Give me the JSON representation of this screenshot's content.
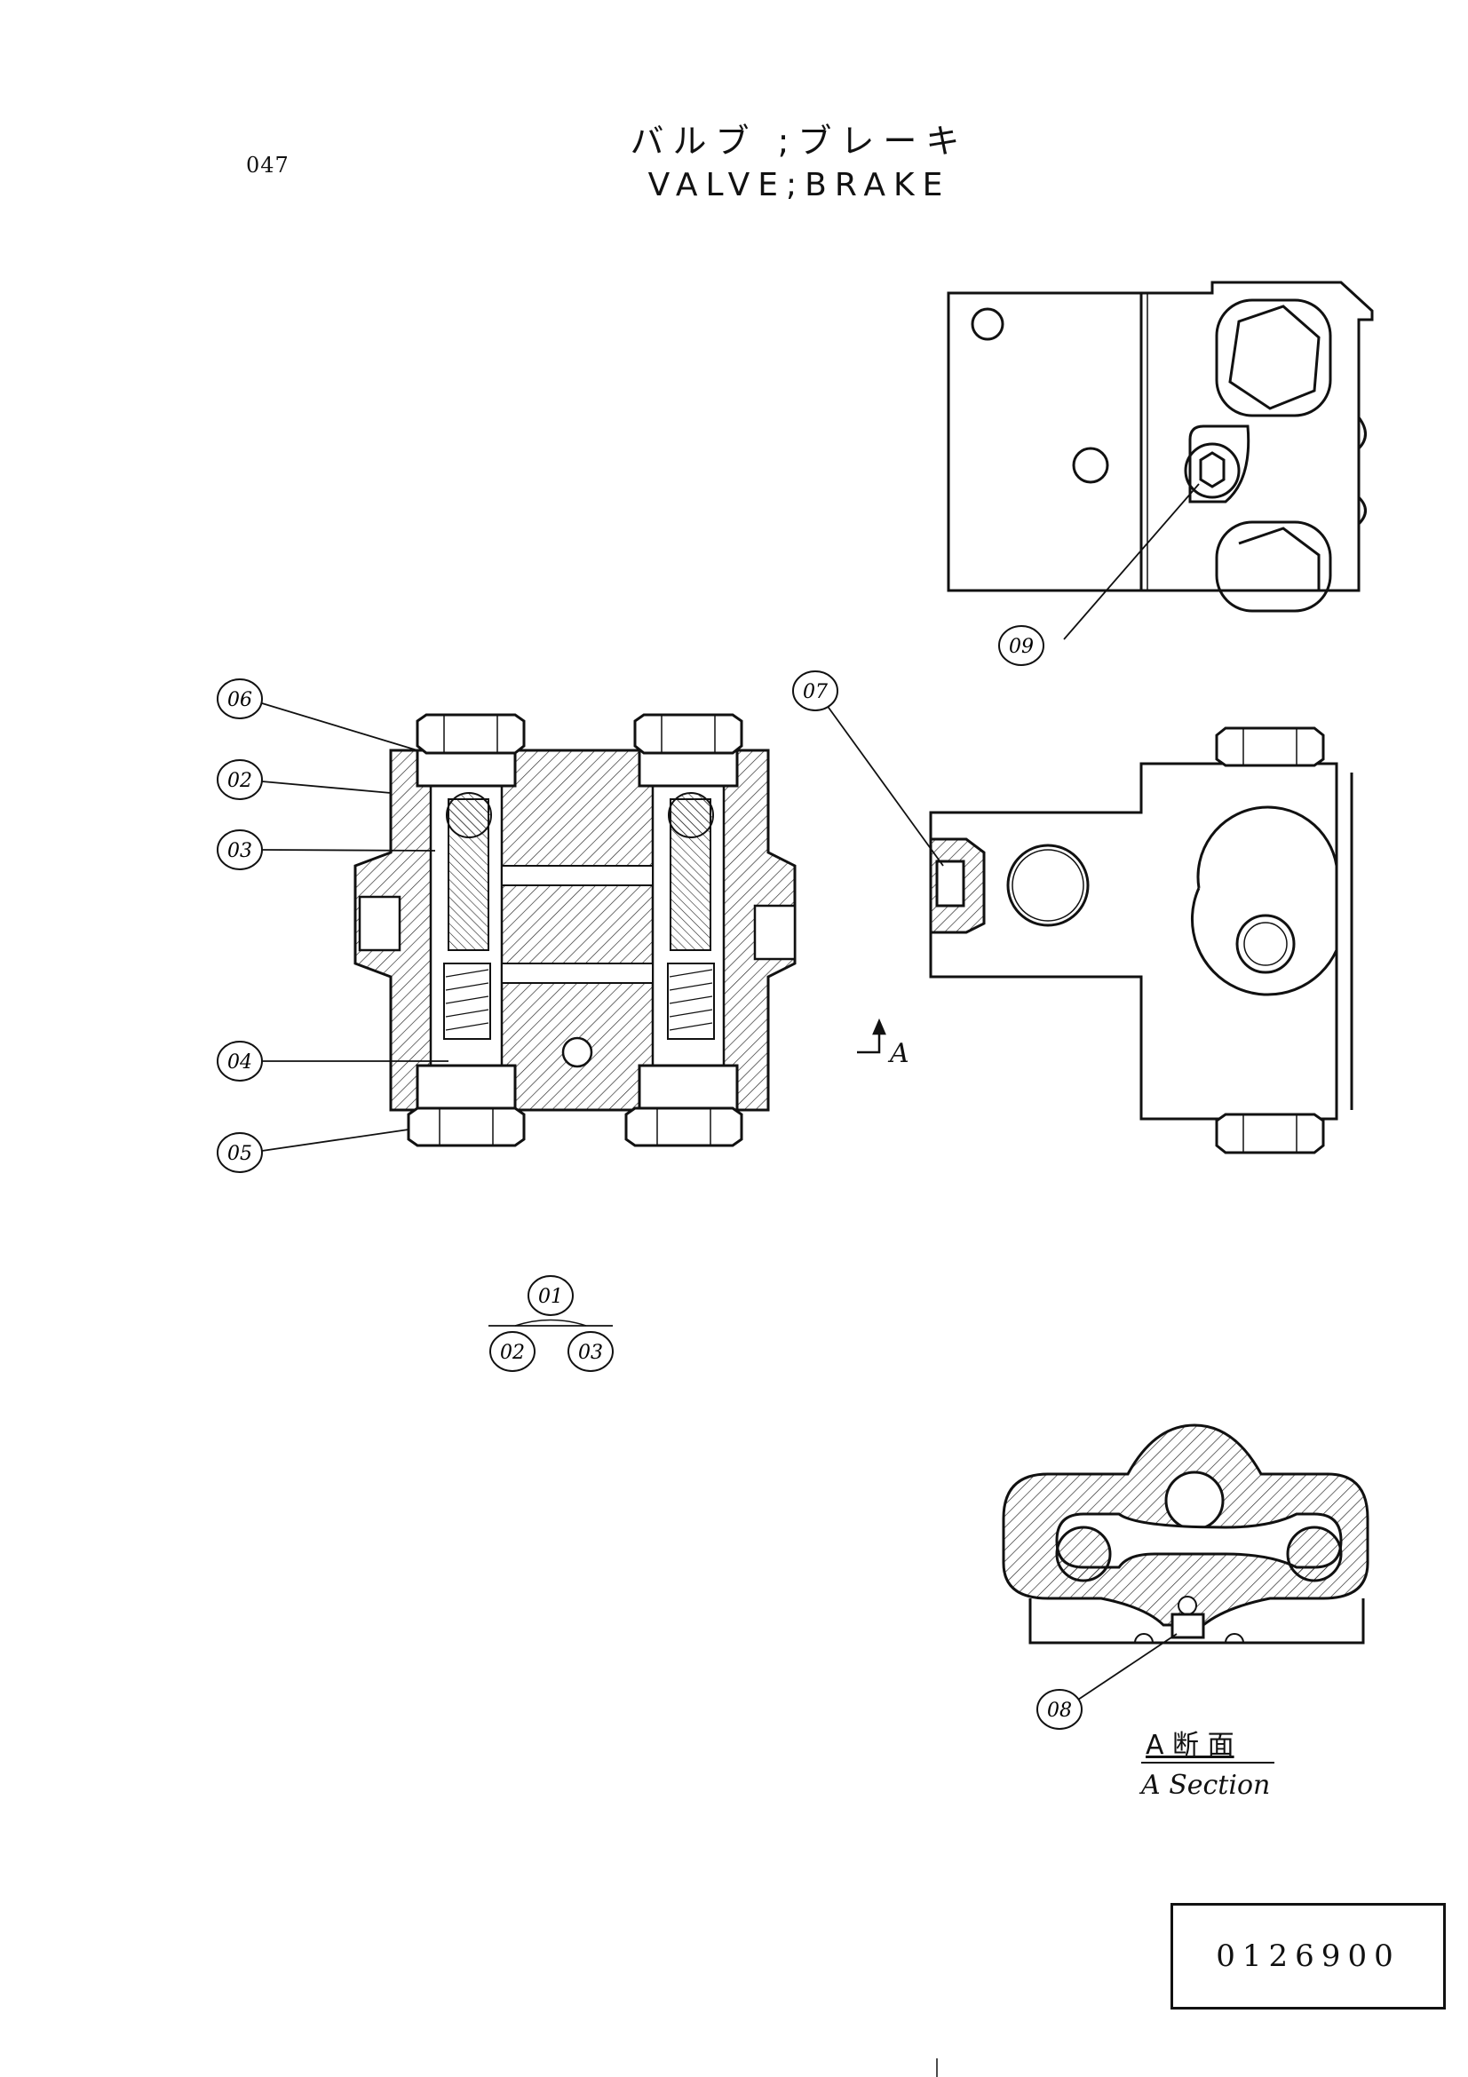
{
  "header": {
    "page_number": "047",
    "title_jp": "バルブ ;ブレーキ",
    "title_en": "VALVE;BRAKE"
  },
  "callouts": {
    "c01": "01",
    "c02": "02",
    "c03": "03",
    "c04": "04",
    "c05": "05",
    "c06": "06",
    "c07": "07",
    "c08": "08",
    "c09": "09",
    "assembly_02": "02",
    "assembly_03": "03"
  },
  "section_marker": "A",
  "section_caption": {
    "jp": "A 断 面",
    "en": "A Section"
  },
  "document_number": "0126900"
}
